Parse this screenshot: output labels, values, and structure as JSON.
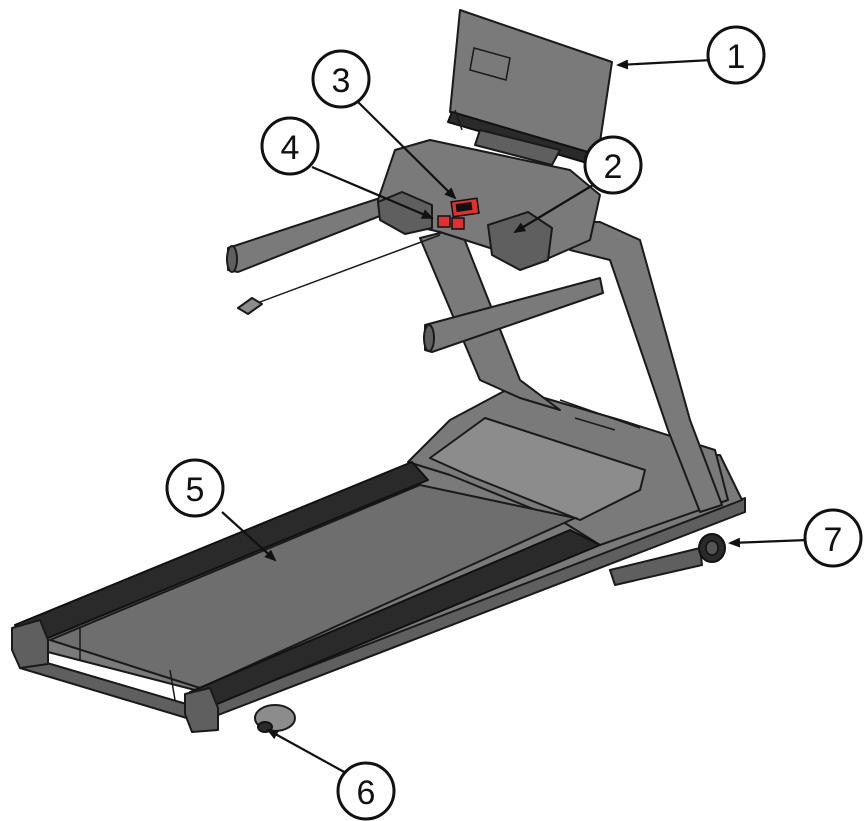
{
  "callouts": [
    {
      "id": "c1",
      "label": "1"
    },
    {
      "id": "c2",
      "label": "2"
    },
    {
      "id": "c3",
      "label": "3"
    },
    {
      "id": "c4",
      "label": "4"
    },
    {
      "id": "c5",
      "label": "5"
    },
    {
      "id": "c6",
      "label": "6"
    },
    {
      "id": "c7",
      "label": "7"
    }
  ],
  "colors": {
    "outline": "#111111",
    "frame": "#7a7a7a",
    "belt_rails": "#2a2a2a",
    "emergency_stop": "#e03030"
  }
}
